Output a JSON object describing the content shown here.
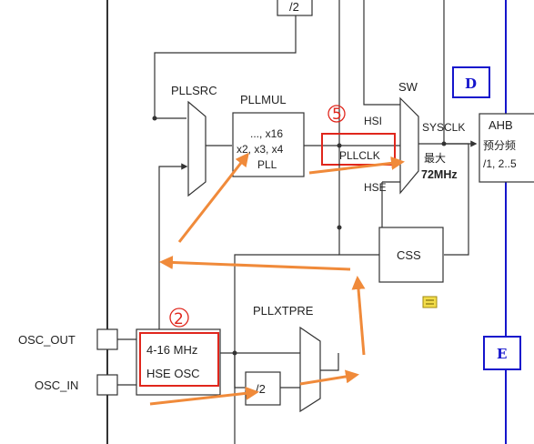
{
  "labels": {
    "div2_top": "/2",
    "pllsrc": "PLLSRC",
    "pllmul": "PLLMUL",
    "pllmul_line1": "..., x16",
    "pllmul_line2": "x2, x3, x4",
    "pllmul_line3": "PLL",
    "sw": "SW",
    "hsi": "HSI",
    "hse": "HSE",
    "pllclk": "PLLCLK",
    "sysclk": "SYSCLK",
    "max_label": "最大",
    "max_freq": "72MHz",
    "ahb_title": "AHB",
    "ahb_line1": "预分频",
    "ahb_line2": "/1, 2..5",
    "css": "CSS",
    "pllxtpre": "PLLXTPRE",
    "hse_osc_freq": "4-16 MHz",
    "hse_osc_name": "HSE OSC",
    "div2_bottom": "/2",
    "osc_out": "OSC_OUT",
    "osc_in": "OSC_IN"
  },
  "markers": {
    "pllclk_marker": "5",
    "hse_marker": "2"
  },
  "region_labels": {
    "d": "D",
    "e": "E"
  },
  "colors": {
    "line": "#333333",
    "highlight": "#e0261c",
    "arrow": "#f08a3a",
    "region": "#1515cc",
    "note": "#f2dc4a"
  }
}
